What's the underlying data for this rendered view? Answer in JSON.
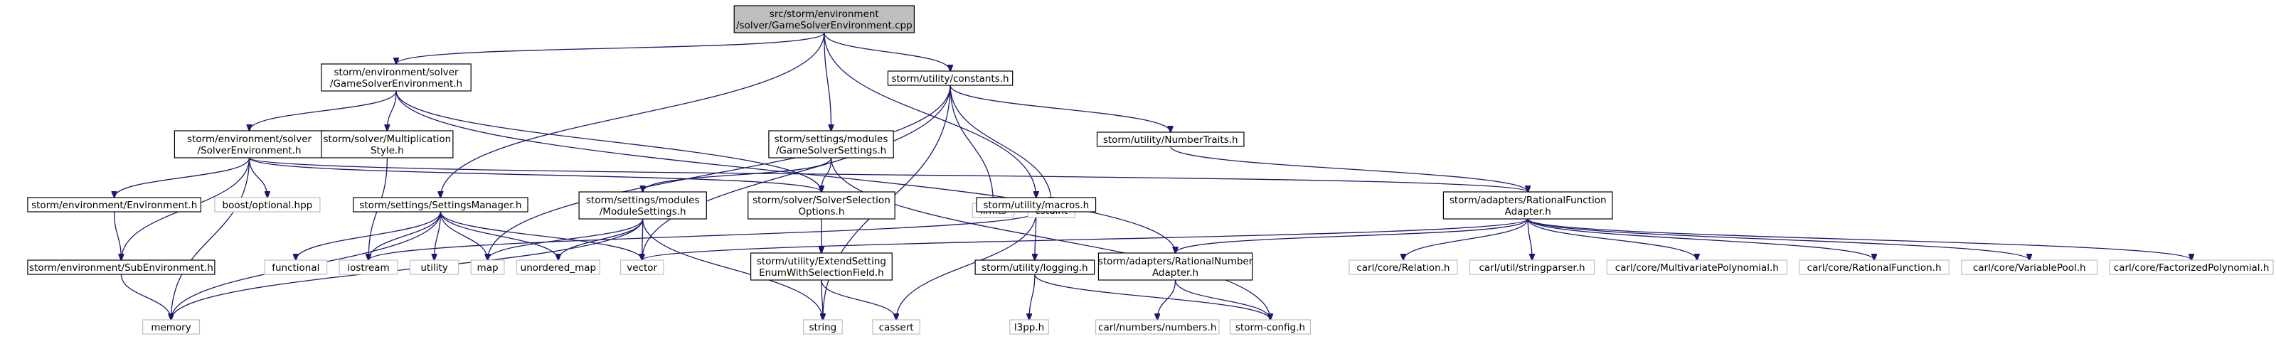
{
  "nodes": [
    {
      "id": "root",
      "lines": [
        "src/storm/environment",
        "/solver/GameSolverEnvironment.cpp"
      ],
      "kind": "root"
    },
    {
      "id": "gse_h",
      "lines": [
        "storm/environment/solver",
        "/GameSolverEnvironment.h"
      ],
      "kind": "file"
    },
    {
      "id": "constants",
      "lines": [
        "storm/utility/constants.h"
      ],
      "kind": "file"
    },
    {
      "id": "se_h",
      "lines": [
        "storm/environment/solver",
        "/SolverEnvironment.h"
      ],
      "kind": "file"
    },
    {
      "id": "multstyle",
      "lines": [
        "storm/solver/Multiplication",
        "Style.h"
      ],
      "kind": "file"
    },
    {
      "id": "gss",
      "lines": [
        "storm/settings/modules",
        "/GameSolverSettings.h"
      ],
      "kind": "file"
    },
    {
      "id": "limits",
      "lines": [
        "limits"
      ],
      "kind": "ext"
    },
    {
      "id": "cstdint",
      "lines": [
        "cstdint"
      ],
      "kind": "ext"
    },
    {
      "id": "numtraits",
      "lines": [
        "storm/utility/NumberTraits.h"
      ],
      "kind": "file"
    },
    {
      "id": "env",
      "lines": [
        "storm/environment/Environment.h"
      ],
      "kind": "file"
    },
    {
      "id": "boostopt",
      "lines": [
        "boost/optional.hpp"
      ],
      "kind": "ext"
    },
    {
      "id": "settingsmgr",
      "lines": [
        "storm/settings/SettingsManager.h"
      ],
      "kind": "file"
    },
    {
      "id": "modset",
      "lines": [
        "storm/settings/modules",
        "/ModuleSettings.h"
      ],
      "kind": "file"
    },
    {
      "id": "solversel",
      "lines": [
        "storm/solver/SolverSelection",
        "Options.h"
      ],
      "kind": "file"
    },
    {
      "id": "macros",
      "lines": [
        "storm/utility/macros.h"
      ],
      "kind": "file"
    },
    {
      "id": "rfa",
      "lines": [
        "storm/adapters/RationalFunction",
        "Adapter.h"
      ],
      "kind": "file"
    },
    {
      "id": "subenv",
      "lines": [
        "storm/environment/SubEnvironment.h"
      ],
      "kind": "file"
    },
    {
      "id": "functional",
      "lines": [
        "functional"
      ],
      "kind": "ext"
    },
    {
      "id": "iostream",
      "lines": [
        "iostream"
      ],
      "kind": "ext"
    },
    {
      "id": "utility",
      "lines": [
        "utility"
      ],
      "kind": "ext"
    },
    {
      "id": "map",
      "lines": [
        "map"
      ],
      "kind": "ext"
    },
    {
      "id": "umap",
      "lines": [
        "unordered_map"
      ],
      "kind": "ext"
    },
    {
      "id": "vector",
      "lines": [
        "vector"
      ],
      "kind": "ext"
    },
    {
      "id": "extsel",
      "lines": [
        "storm/utility/ExtendSetting",
        "EnumWithSelectionField.h"
      ],
      "kind": "file"
    },
    {
      "id": "logging",
      "lines": [
        "storm/utility/logging.h"
      ],
      "kind": "file"
    },
    {
      "id": "rna",
      "lines": [
        "storm/adapters/RationalNumber",
        "Adapter.h"
      ],
      "kind": "file"
    },
    {
      "id": "relation",
      "lines": [
        "carl/core/Relation.h"
      ],
      "kind": "ext"
    },
    {
      "id": "strparser",
      "lines": [
        "carl/util/stringparser.h"
      ],
      "kind": "ext"
    },
    {
      "id": "mvpoly",
      "lines": [
        "carl/core/MultivariatePolynomial.h"
      ],
      "kind": "ext"
    },
    {
      "id": "ratfunc",
      "lines": [
        "carl/core/RationalFunction.h"
      ],
      "kind": "ext"
    },
    {
      "id": "varpool",
      "lines": [
        "carl/core/VariablePool.h"
      ],
      "kind": "ext"
    },
    {
      "id": "factpoly",
      "lines": [
        "carl/core/FactorizedPolynomial.h"
      ],
      "kind": "ext"
    },
    {
      "id": "memory",
      "lines": [
        "memory"
      ],
      "kind": "ext"
    },
    {
      "id": "string",
      "lines": [
        "string"
      ],
      "kind": "ext"
    },
    {
      "id": "cassert",
      "lines": [
        "cassert"
      ],
      "kind": "ext"
    },
    {
      "id": "l3pp",
      "lines": [
        "l3pp.h"
      ],
      "kind": "ext"
    },
    {
      "id": "numbers",
      "lines": [
        "carl/numbers/numbers.h"
      ],
      "kind": "ext"
    },
    {
      "id": "stormcfg",
      "lines": [
        "storm-config.h"
      ],
      "kind": "ext"
    }
  ],
  "edges": [
    [
      "root",
      "gse_h"
    ],
    [
      "root",
      "constants"
    ],
    [
      "root",
      "settingsmgr"
    ],
    [
      "root",
      "gss"
    ],
    [
      "root",
      "macros"
    ],
    [
      "gse_h",
      "se_h"
    ],
    [
      "gse_h",
      "multstyle"
    ],
    [
      "gse_h",
      "solversel"
    ],
    [
      "gse_h",
      "rna"
    ],
    [
      "se_h",
      "env"
    ],
    [
      "se_h",
      "subenv"
    ],
    [
      "se_h",
      "boostopt"
    ],
    [
      "se_h",
      "memory"
    ],
    [
      "se_h",
      "solversel"
    ],
    [
      "se_h",
      "rfa"
    ],
    [
      "multstyle",
      "iostream"
    ],
    [
      "constants",
      "limits"
    ],
    [
      "constants",
      "cstdint"
    ],
    [
      "constants",
      "numtraits"
    ],
    [
      "constants",
      "map"
    ],
    [
      "constants",
      "vector"
    ],
    [
      "constants",
      "string"
    ],
    [
      "gss",
      "modset"
    ],
    [
      "gss",
      "solversel"
    ],
    [
      "gss",
      "stormcfg"
    ],
    [
      "numtraits",
      "rfa"
    ],
    [
      "env",
      "subenv"
    ],
    [
      "subenv",
      "memory"
    ],
    [
      "settingsmgr",
      "functional"
    ],
    [
      "settingsmgr",
      "iostream"
    ],
    [
      "settingsmgr",
      "utility"
    ],
    [
      "settingsmgr",
      "map"
    ],
    [
      "settingsmgr",
      "umap"
    ],
    [
      "settingsmgr",
      "vector"
    ],
    [
      "settingsmgr",
      "memory"
    ],
    [
      "modset",
      "map"
    ],
    [
      "modset",
      "umap"
    ],
    [
      "modset",
      "vector"
    ],
    [
      "modset",
      "string"
    ],
    [
      "modset",
      "memory"
    ],
    [
      "solversel",
      "extsel"
    ],
    [
      "extsel",
      "string"
    ],
    [
      "extsel",
      "cassert"
    ],
    [
      "macros",
      "iostream"
    ],
    [
      "macros",
      "logging"
    ],
    [
      "macros",
      "cassert"
    ],
    [
      "logging",
      "l3pp"
    ],
    [
      "logging",
      "stormcfg"
    ],
    [
      "rfa",
      "vector"
    ],
    [
      "rfa",
      "rna"
    ],
    [
      "rfa",
      "relation"
    ],
    [
      "rfa",
      "strparser"
    ],
    [
      "rfa",
      "mvpoly"
    ],
    [
      "rfa",
      "ratfunc"
    ],
    [
      "rfa",
      "varpool"
    ],
    [
      "rfa",
      "factpoly"
    ],
    [
      "rna",
      "numbers"
    ],
    [
      "rna",
      "stormcfg"
    ]
  ]
}
